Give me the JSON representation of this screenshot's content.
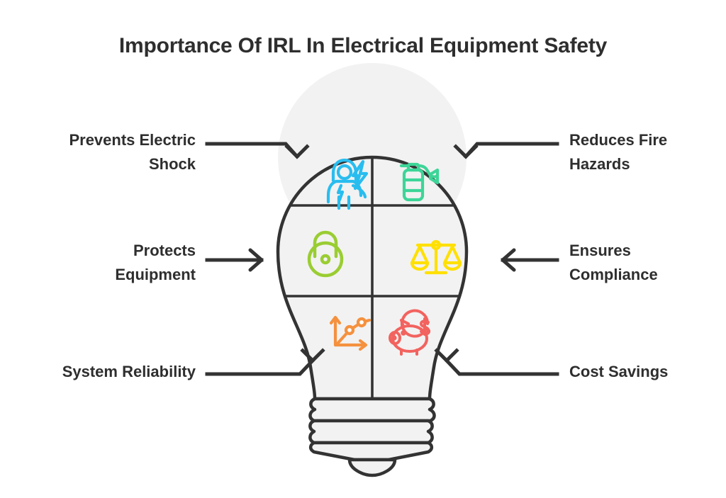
{
  "page": {
    "title": "Importance Of IRL In Electrical Equipment Safety",
    "background_color": "#FFFFFF",
    "text_color": "#2E2E2E"
  },
  "diagram": {
    "type": "lightbulb-infographic",
    "shape_name": "light-bulb",
    "bulb_fill_color": "#F2F2F2",
    "bulb_outline_color": "#333333",
    "divider_color": "#333333",
    "cell_count": 6,
    "base_name": "screw-base",
    "base_thread_rings": 4
  },
  "items": [
    {
      "id": "prevents-electric-shock",
      "label": "Prevents Electric\nShock",
      "side": "left",
      "row": 1,
      "icon_name": "electric-shock-person-icon",
      "icon_color": "#29BDEF",
      "arrow_name": "elbow-arrow-down-right",
      "arrow_color": "#333333"
    },
    {
      "id": "reduces-fire-hazards",
      "label": "Reduces Fire\nHazards",
      "side": "right",
      "row": 1,
      "icon_name": "fire-extinguisher-icon",
      "icon_color": "#3DD598",
      "arrow_name": "elbow-arrow-down-left",
      "arrow_color": "#333333"
    },
    {
      "id": "protects-equipment",
      "label": "Protects\nEquipment",
      "side": "left",
      "row": 2,
      "icon_name": "padlock-icon",
      "icon_color": "#9ACD32",
      "arrow_name": "straight-arrow-right",
      "arrow_color": "#333333"
    },
    {
      "id": "ensures-compliance",
      "label": "Ensures\nCompliance",
      "side": "right",
      "row": 2,
      "icon_name": "balance-scales-icon",
      "icon_color": "#FFE000",
      "arrow_name": "straight-arrow-left",
      "arrow_color": "#333333"
    },
    {
      "id": "system-reliability",
      "label": "System Reliability",
      "side": "left",
      "row": 3,
      "icon_name": "line-chart-icon",
      "icon_color": "#F5913E",
      "arrow_name": "elbow-arrow-up-right",
      "arrow_color": "#333333"
    },
    {
      "id": "cost-savings",
      "label": "Cost Savings",
      "side": "right",
      "row": 3,
      "icon_name": "piggy-bank-icon",
      "icon_color": "#F2635F",
      "arrow_name": "elbow-arrow-up-left",
      "arrow_color": "#333333"
    }
  ]
}
